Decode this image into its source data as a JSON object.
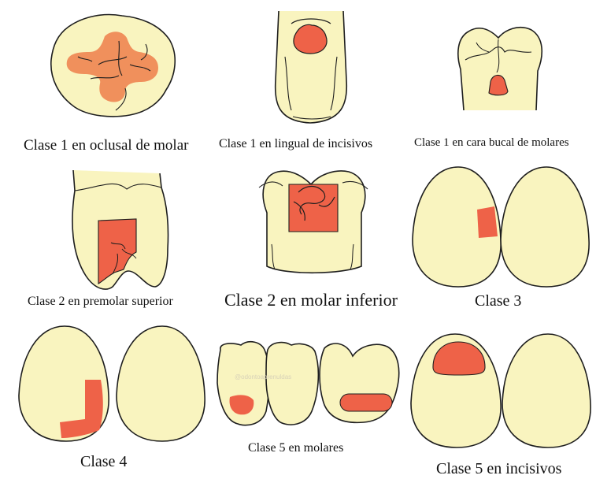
{
  "colors": {
    "tooth_fill": "#f9f4bf",
    "outline": "#1e1e1e",
    "lesion_light": "#f0905c",
    "lesion": "#ee6248"
  },
  "captions": {
    "c1_molar": "Clase 1 en oclusal de molar",
    "c1_lingual": "Clase 1 en lingual de incisivos",
    "c1_bucal": "Clase 1 en cara bucal de molares",
    "c2_premolar": "Clase 2 en premolar superior",
    "c2_molar": "Clase 2 en molar inferior",
    "c3": "Clase 3",
    "c4": "Clase 4",
    "c5_molares": "Clase 5 en molares",
    "c5_incisivos": "Clase 5 en incisivos"
  },
  "watermark": "@odontoaprenuldas"
}
